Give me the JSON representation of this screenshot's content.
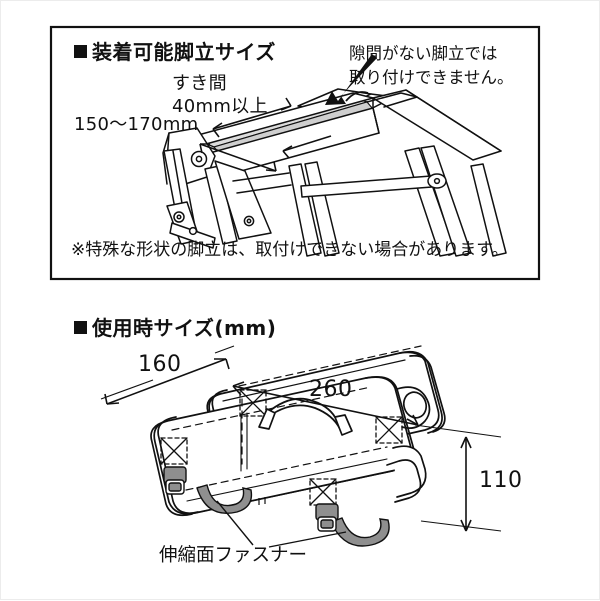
{
  "document": {
    "language": "ja",
    "kind": "product-spec-illustration",
    "background_color": "#ffffff",
    "line_color": "#111111",
    "shade_color": "#d9d9d9",
    "strap_color": "#8c8c8c"
  },
  "section_ladder": {
    "heading": "装着可能脚立サイズ",
    "bullet_glyph": "■",
    "labels": {
      "gap_title": "すき間",
      "gap_value": "40mm以上",
      "width_value": "150〜170mm"
    },
    "callout": {
      "line1": "隙間がない脚立では",
      "line2": "取り付けできません。"
    },
    "footnote": "※特殊な形状の脚立は、取付けできない場合があります。"
  },
  "section_size": {
    "heading": "使用時サイズ(mm)",
    "bullet_glyph": "■",
    "dimensions": {
      "depth": "160",
      "length": "260",
      "height": "110"
    },
    "caption": "伸縮面ファスナー"
  }
}
